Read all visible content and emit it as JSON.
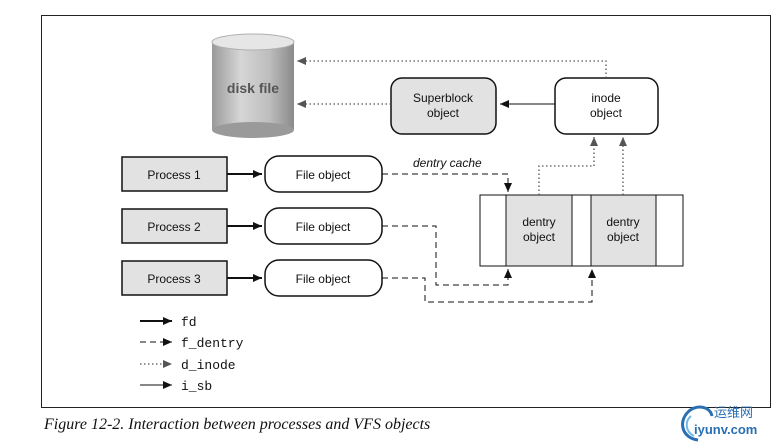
{
  "diagram": {
    "disk": "disk file",
    "superblock": [
      "Superblock",
      "object"
    ],
    "inode": [
      "inode",
      "object"
    ],
    "processes": [
      "Process 1",
      "Process 2",
      "Process 3"
    ],
    "file_object": "File object",
    "dentry_cache": "dentry cache",
    "dentry": [
      "dentry",
      "object"
    ],
    "legend": [
      "fd",
      "f_dentry",
      "d_inode",
      "i_sb"
    ]
  },
  "caption": "Figure 12-2. Interaction between processes and VFS objects",
  "watermark": {
    "cn": "运维网",
    "en": "iyunv.com",
    "logo": "swirl-logo"
  }
}
